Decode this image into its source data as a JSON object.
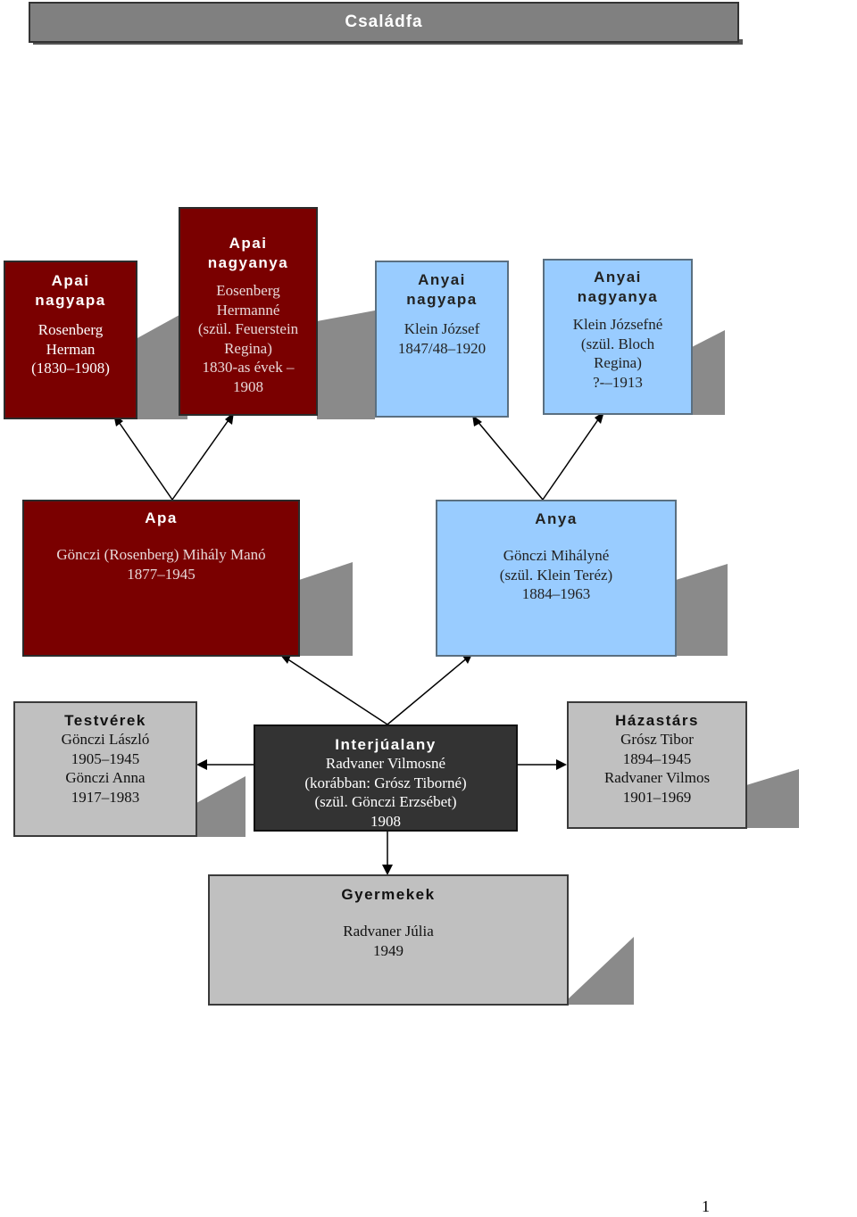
{
  "title": "Családfa",
  "paternal_grandfather": {
    "header": "Apai\nnagyapa",
    "text": "Rosenberg\nHerman\n(1830–1908)"
  },
  "paternal_grandmother": {
    "header": "Apai\nnagyanya",
    "text": "Eosenberg\nHermanné\n(szül. Feuerstein\nRegina)\n1830-as évek –\n1908"
  },
  "maternal_grandfather": {
    "header": "Anyai\nnagyapa",
    "text": "Klein József\n1847/48–1920"
  },
  "maternal_grandmother": {
    "header": "Anyai\nnagyanya",
    "text": "Klein Józsefné\n(szül. Bloch\nRegina)\n?-–1913"
  },
  "father": {
    "header": "Apa",
    "text": "Gönczi (Rosenberg) Mihály Manó\n1877–1945"
  },
  "mother": {
    "header": "Anya",
    "text": "Gönczi Mihályné\n(szül. Klein Teréz)\n1884–1963"
  },
  "siblings": {
    "header": "Testvérek",
    "text": "Gönczi László\n1905–1945\nGönczi Anna\n1917–1983"
  },
  "interviewee": {
    "header": "Interjúalany",
    "text": "Radvaner Vilmosné\n(korábban: Grósz Tiborné)\n(szül. Gönczi Erzsébet)\n1908"
  },
  "spouse": {
    "header": "Házastárs",
    "text": "Grósz Tibor\n1894–1945\nRadvaner Vilmos\n1901–1969"
  },
  "children": {
    "header": "Gyermekek",
    "text": "Radvaner Júlia\n1949"
  },
  "page_number": "1",
  "colors": {
    "paternal": "#7a0000",
    "maternal": "#99ccff",
    "relatives": "#c0c0c0",
    "interviewee": "#333333",
    "title_bar": "#808080"
  }
}
